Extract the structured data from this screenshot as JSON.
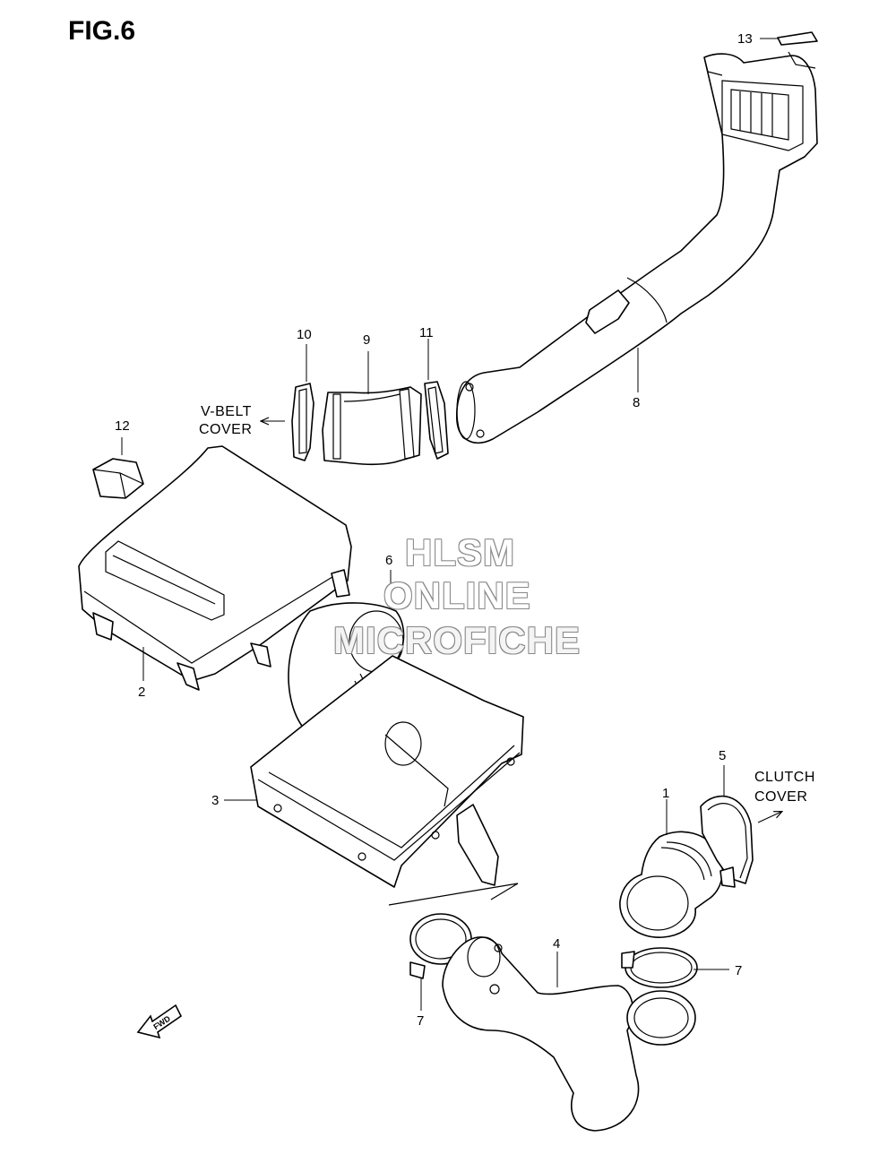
{
  "figure": {
    "title": "FIG.6"
  },
  "watermark": {
    "line1": "HLSM",
    "line2": "ONLINE",
    "line3": "MICROFICHE"
  },
  "callouts": {
    "p1": "1",
    "p2": "2",
    "p3": "3",
    "p4": "4",
    "p5": "5",
    "p6": "6",
    "p7a": "7",
    "p7b": "7",
    "p8": "8",
    "p9": "9",
    "p10": "10",
    "p11": "11",
    "p12": "12",
    "p13": "13"
  },
  "notes": {
    "vbelt_line1": "V-BELT",
    "vbelt_line2": "COVER",
    "clutch_line1": "CLUTCH",
    "clutch_line2": "COVER",
    "fwd": "FWD"
  },
  "icons": [
    "fwd-arrow-icon",
    "direction-arrow-icon"
  ]
}
